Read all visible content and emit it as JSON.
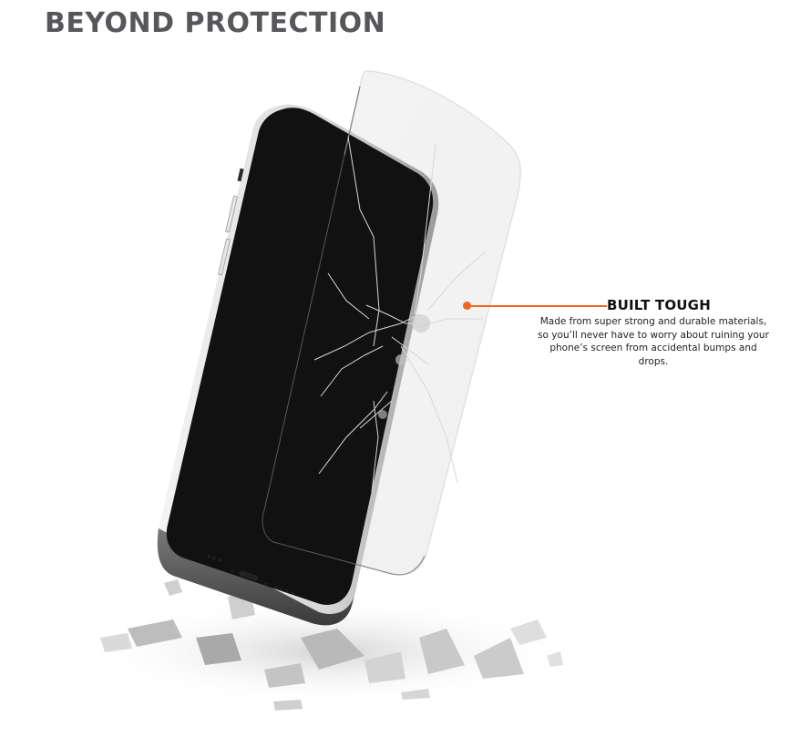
{
  "header": {
    "title": "BEYOND PROTECTION"
  },
  "callout": {
    "title": "BUILT TOUGH",
    "body": "Made from super strong and durable materials, so you’ll never have to worry about ruining your phone’s screen from accidental bumps and drops.",
    "accent_color": "#f26522"
  },
  "illustration": {
    "subject": "smartphone with cracked tempered glass screen protector above shattered fragments",
    "phone_color": "#111111",
    "frame_color": "#d9d9d9"
  }
}
